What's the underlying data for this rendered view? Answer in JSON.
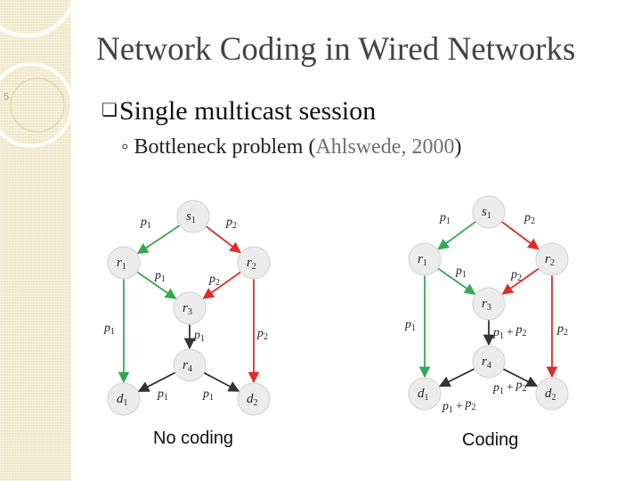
{
  "slide": {
    "number": "5",
    "title": "Network Coding in Wired Networks",
    "bullet_level1": "Single multicast session",
    "bullet_level1_mark": "❏",
    "bullet_level2_marker": "◦",
    "bullet_level2_main": "Bottleneck problem (",
    "bullet_level2_citation": "Ahlswede, 2000",
    "bullet_level2_close": ")"
  },
  "colors": {
    "green": "#34a853",
    "red": "#e02b2b",
    "dark": "#333333",
    "node_fill": "#ececec"
  },
  "diagrams": [
    {
      "caption": "No coding",
      "nodes": {
        "s1": {
          "base": "s",
          "sub": "1"
        },
        "r1": {
          "base": "r",
          "sub": "1"
        },
        "r2": {
          "base": "r",
          "sub": "2"
        },
        "r3": {
          "base": "r",
          "sub": "3"
        },
        "r4": {
          "base": "r",
          "sub": "4"
        },
        "d1": {
          "base": "d",
          "sub": "1"
        },
        "d2": {
          "base": "d",
          "sub": "2"
        }
      },
      "edge_labels": {
        "s1_r1": {
          "base": "p",
          "sub": "1"
        },
        "s1_r2": {
          "base": "p",
          "sub": "2"
        },
        "r1_r3": {
          "base": "p",
          "sub": "1"
        },
        "r2_r3": {
          "base": "p",
          "sub": "2"
        },
        "r1_d1": {
          "base": "p",
          "sub": "1"
        },
        "r2_d2": {
          "base": "p",
          "sub": "2"
        },
        "r3_r4": {
          "base": "p",
          "sub": "1"
        },
        "r4_d1": {
          "base": "p",
          "sub": "1"
        },
        "r4_d2": {
          "base": "p",
          "sub": "1"
        }
      }
    },
    {
      "caption": "Coding",
      "nodes": {
        "s1": {
          "base": "s",
          "sub": "1"
        },
        "r1": {
          "base": "r",
          "sub": "1"
        },
        "r2": {
          "base": "r",
          "sub": "2"
        },
        "r3": {
          "base": "r",
          "sub": "3"
        },
        "r4": {
          "base": "r",
          "sub": "4"
        },
        "d1": {
          "base": "d",
          "sub": "1"
        },
        "d2": {
          "base": "d",
          "sub": "2"
        }
      },
      "edge_labels": {
        "s1_r1": {
          "base": "p",
          "sub": "1"
        },
        "s1_r2": {
          "base": "p",
          "sub": "2"
        },
        "r1_r3": {
          "base": "p",
          "sub": "1"
        },
        "r2_r3": {
          "base": "p",
          "sub": "2"
        },
        "r1_d1": {
          "base": "p",
          "sub": "1"
        },
        "r2_d2": {
          "base": "p",
          "sub": "2"
        },
        "r3_r4": {
          "base": "p",
          "sub": "1",
          "plus": "+",
          "base2": "p",
          "sub2": "2"
        },
        "r4_d1": {
          "base": "p",
          "sub": "1",
          "plus": "+",
          "base2": "p",
          "sub2": "2"
        },
        "r4_d2": {
          "base": "p",
          "sub": "1",
          "plus": "+",
          "base2": "p",
          "sub2": "2"
        }
      }
    }
  ]
}
